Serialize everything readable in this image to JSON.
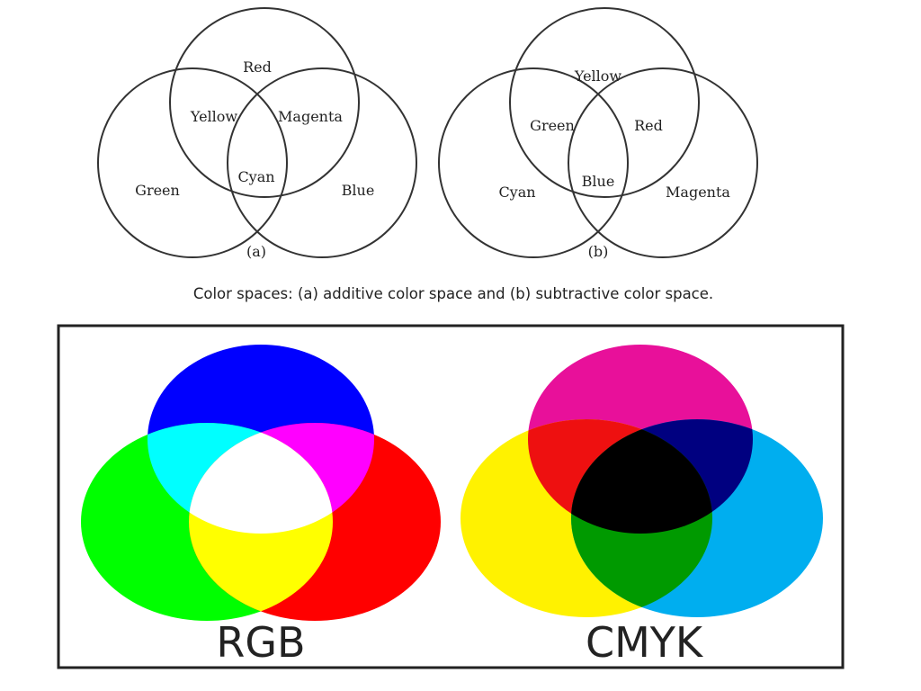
{
  "diagram_a": {
    "circles": {
      "top": "Red",
      "left": "Green",
      "right": "Blue"
    },
    "overlaps": {
      "top_left": "Yellow",
      "top_right": "Magenta",
      "center": "Cyan"
    },
    "caption": "(a)"
  },
  "diagram_b": {
    "circles": {
      "top": "Yellow",
      "left": "Cyan",
      "right": "Magenta"
    },
    "overlaps": {
      "top_left": "Green",
      "top_right": "Red",
      "center": "Blue"
    },
    "caption": "(b)"
  },
  "figure_caption": "Color spaces: (a) additive color space and (b) subtractive color space.",
  "rgb_panel": {
    "label": "RGB",
    "colors": {
      "top": "#0000ff",
      "left": "#00ff00",
      "right": "#ff0000",
      "top_left": "#00ffff",
      "top_right": "#ff00ff",
      "bottom": "#ffff00",
      "center": "#ffffff"
    }
  },
  "cmyk_panel": {
    "label": "CMYK",
    "colors": {
      "top": "#e8109a",
      "left": "#fff200",
      "right": "#00aeef",
      "top_left": "#ee1010",
      "top_right": "#000080",
      "bottom": "#009a00",
      "center": "#000000"
    }
  }
}
